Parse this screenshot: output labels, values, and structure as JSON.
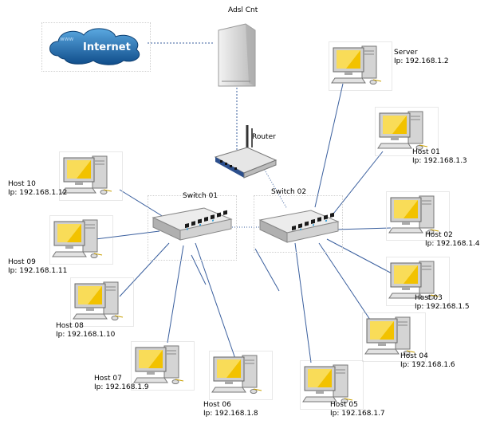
{
  "modem": {
    "label": "Adsl Cnt"
  },
  "cloud": {
    "label": "Internet",
    "prefix": "www"
  },
  "router": {
    "label": "Router"
  },
  "switches": [
    {
      "id": "sw1",
      "label": "Switch 01"
    },
    {
      "id": "sw2",
      "label": "Switch 02"
    }
  ],
  "hosts": [
    {
      "id": "server",
      "name": "Server",
      "ip": "Ip: 192.168.1.2"
    },
    {
      "id": "h01",
      "name": "Host  01",
      "ip": "Ip: 192.168.1.3"
    },
    {
      "id": "h02",
      "name": "Host   02",
      "ip": "Ip: 192.168.1.4"
    },
    {
      "id": "h03",
      "name": "Host  03",
      "ip": "Ip: 192.168.1.5"
    },
    {
      "id": "h04",
      "name": "Host 04",
      "ip": "Ip: 192.168.1.6"
    },
    {
      "id": "h05",
      "name": "Host 05",
      "ip": "Ip: 192.168.1.7"
    },
    {
      "id": "h06",
      "name": "Host  06",
      "ip": "Ip: 192.168.1.8"
    },
    {
      "id": "h07",
      "name": "Host  07",
      "ip": "Ip: 192.168.1.9"
    },
    {
      "id": "h08",
      "name": "Host  08",
      "ip": "Ip: 192.168.1.10"
    },
    {
      "id": "h09",
      "name": "Host  09",
      "ip": "Ip: 192.168.1.11"
    },
    {
      "id": "h10",
      "name": "Host  10",
      "ip": "Ip: 192.168.1.12"
    }
  ],
  "colors": {
    "link": "#3a5f9e",
    "screen": "#f2c200",
    "cloud": "#1e5fa0",
    "device": "#d8d8d8"
  }
}
